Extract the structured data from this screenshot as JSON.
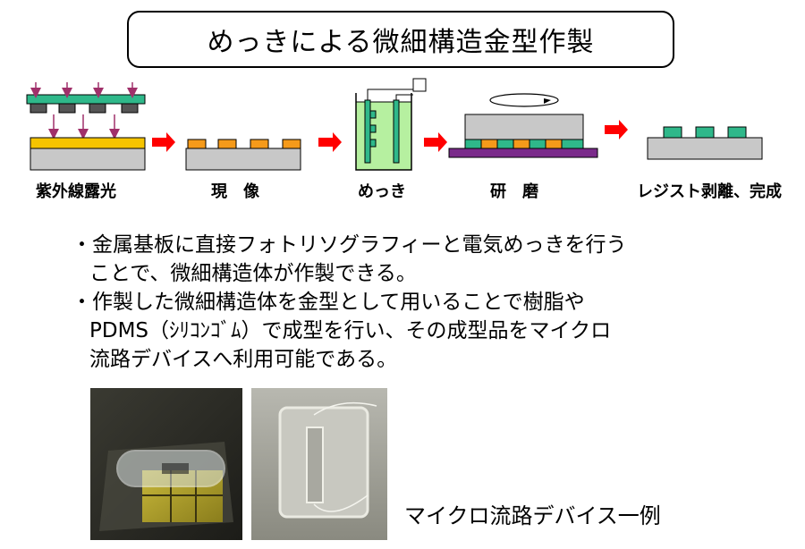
{
  "title": "めっきによる微細構造金型作製",
  "steps": [
    {
      "label": "紫外線露光"
    },
    {
      "label": "現　像"
    },
    {
      "label": "めっき"
    },
    {
      "label": "研　磨"
    },
    {
      "label": "レジスト剥離、完成"
    }
  ],
  "bullets": [
    {
      "lines": [
        "・金属基板に直接フォトリソグラフィーと電気めっきを行う",
        "ことで、微細構造体が作製できる。"
      ]
    },
    {
      "lines": [
        "・作製した微細構造体を金型として用いることで樹脂や",
        "PDMS（ｼﾘｺﾝｺﾞﾑ）で成型を行い、その成型品をマイクロ",
        "流路デバイスへ利用可能である。"
      ]
    }
  ],
  "caption": "マイクロ流路デバイス一例",
  "colors": {
    "substrate": "#c8c8c8",
    "resist": "#f59a1a",
    "gold_layer": "#f5c400",
    "plated_metal": "#2fb88a",
    "mask_glass": "#2fb88a",
    "arrow": "#ff0000",
    "uv_arrow": "#a0306a",
    "polish_pad": "#7a2a8a",
    "bath_liquid": "#b6f0a0"
  }
}
